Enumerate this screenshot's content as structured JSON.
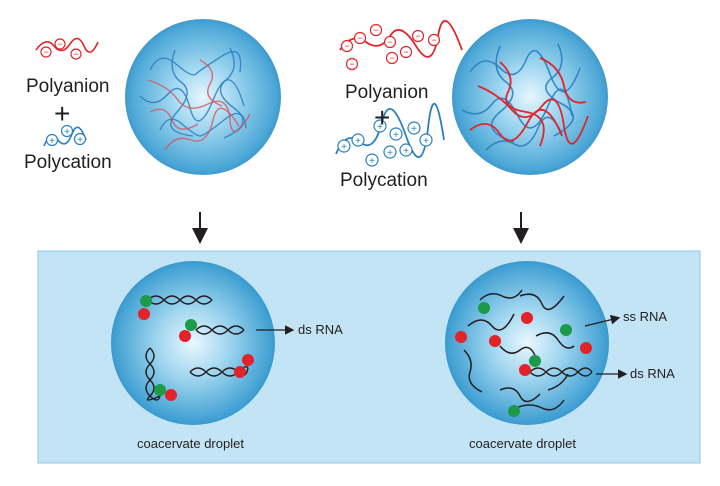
{
  "left_panel": {
    "polyanion_label": "Polyanion",
    "plus_sign": "+",
    "polycation_label": "Polycation",
    "droplet_label": "coacervate droplet",
    "dsrna_label": "ds RNA"
  },
  "right_panel": {
    "polyanion_label": "Polyanion",
    "plus_sign": "+",
    "polycation_label": "Polycation",
    "droplet_label": "coacervate droplet",
    "ssrna_label": "ss RNA",
    "dsrna_label": "ds RNA"
  },
  "colors": {
    "polyanion": "#e0262b",
    "polycation": "#2a7fc1",
    "droplet": "#5ab4dd",
    "panel_bg": "#c3e4f4",
    "red_bead": "#e3232a",
    "green_bead": "#1c9a48"
  }
}
